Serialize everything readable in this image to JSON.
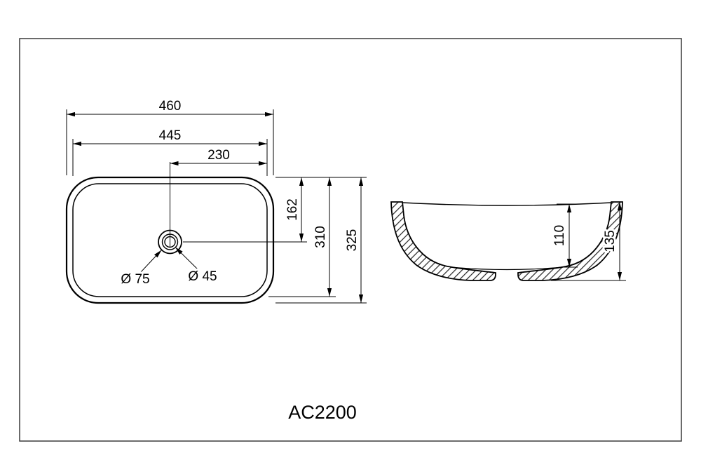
{
  "model_label": "AC2200",
  "top_view": {
    "outer_width": "460",
    "inner_width": "445",
    "drain_offset_x": "230",
    "drain_offset_y": "162",
    "inner_height": "310",
    "outer_height": "325",
    "drain_outer_diameter": "Ø 75",
    "drain_inner_diameter": "Ø 45"
  },
  "side_view": {
    "bowl_depth": "110",
    "overall_height": "135"
  }
}
